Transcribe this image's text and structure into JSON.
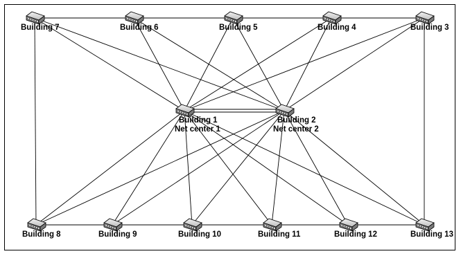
{
  "diagram": {
    "nodes": [
      {
        "id": "b7",
        "label": "Building 7"
      },
      {
        "id": "b6",
        "label": "Building 6"
      },
      {
        "id": "b5",
        "label": "Building 5"
      },
      {
        "id": "b4",
        "label": "Building 4"
      },
      {
        "id": "b3",
        "label": "Building 3"
      },
      {
        "id": "b1",
        "label": "Building 1",
        "sublabel": "Net center 1"
      },
      {
        "id": "b2",
        "label": "Building 2",
        "sublabel": "Net center 2"
      },
      {
        "id": "b8",
        "label": "Building 8"
      },
      {
        "id": "b9",
        "label": "Building 9"
      },
      {
        "id": "b10",
        "label": "Building 10"
      },
      {
        "id": "b11",
        "label": "Building 11"
      },
      {
        "id": "b12",
        "label": "Building 12"
      },
      {
        "id": "b13",
        "label": "Building 13"
      }
    ],
    "edges": [
      [
        "b7",
        "b6"
      ],
      [
        "b6",
        "b5"
      ],
      [
        "b5",
        "b4"
      ],
      [
        "b4",
        "b3"
      ],
      [
        "b3",
        "b13"
      ],
      [
        "b7",
        "b8"
      ],
      [
        "b8",
        "b9"
      ],
      [
        "b9",
        "b10"
      ],
      [
        "b10",
        "b11"
      ],
      [
        "b11",
        "b12"
      ],
      [
        "b12",
        "b13"
      ],
      [
        "b1",
        "b2"
      ],
      [
        "b1",
        "b7"
      ],
      [
        "b1",
        "b6"
      ],
      [
        "b1",
        "b5"
      ],
      [
        "b1",
        "b4"
      ],
      [
        "b1",
        "b3"
      ],
      [
        "b1",
        "b8"
      ],
      [
        "b1",
        "b9"
      ],
      [
        "b1",
        "b10"
      ],
      [
        "b1",
        "b11"
      ],
      [
        "b1",
        "b12"
      ],
      [
        "b1",
        "b13"
      ],
      [
        "b2",
        "b7"
      ],
      [
        "b2",
        "b6"
      ],
      [
        "b2",
        "b5"
      ],
      [
        "b2",
        "b4"
      ],
      [
        "b2",
        "b3"
      ],
      [
        "b2",
        "b8"
      ],
      [
        "b2",
        "b9"
      ],
      [
        "b2",
        "b10"
      ],
      [
        "b2",
        "b11"
      ],
      [
        "b2",
        "b12"
      ],
      [
        "b2",
        "b13"
      ]
    ]
  }
}
